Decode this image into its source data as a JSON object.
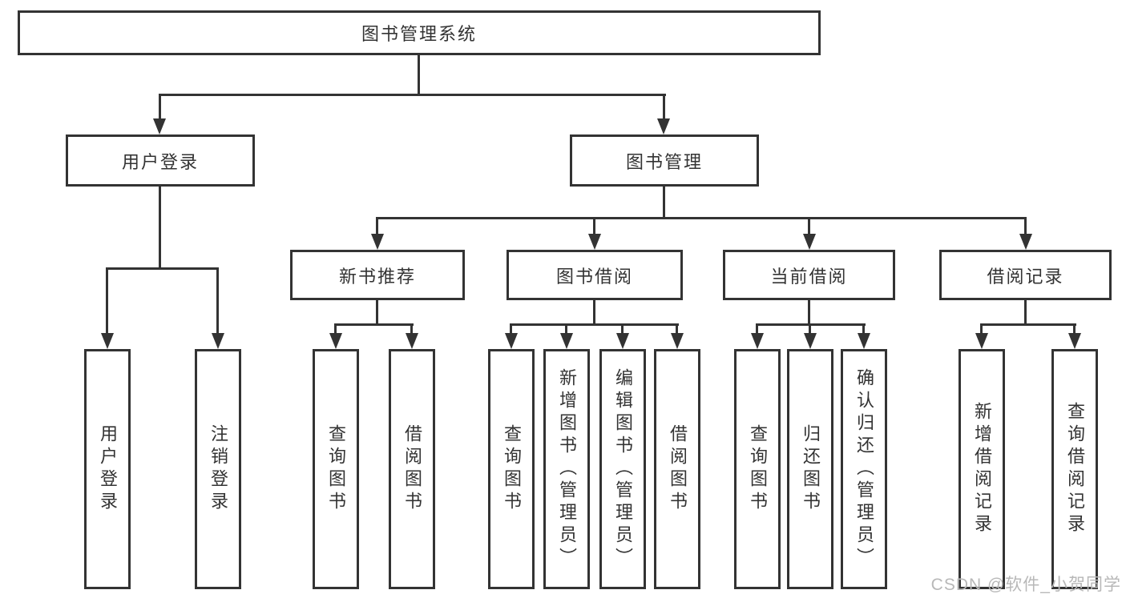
{
  "tree": {
    "label": "图书管理系统",
    "children": [
      {
        "label": "用户登录",
        "children": [
          {
            "label": "用户登录"
          },
          {
            "label": "注销登录"
          }
        ]
      },
      {
        "label": "图书管理",
        "children": [
          {
            "label": "新书推荐",
            "children": [
              {
                "label": "查询图书"
              },
              {
                "label": "借阅图书"
              }
            ]
          },
          {
            "label": "图书借阅",
            "children": [
              {
                "label": "查询图书"
              },
              {
                "label": "新增图书（管理员）"
              },
              {
                "label": "编辑图书（管理员）"
              },
              {
                "label": "借阅图书"
              }
            ]
          },
          {
            "label": "当前借阅",
            "children": [
              {
                "label": "查询图书"
              },
              {
                "label": "归还图书"
              },
              {
                "label": "确认归还（管理员）"
              }
            ]
          },
          {
            "label": "借阅记录",
            "children": [
              {
                "label": "新增借阅记录"
              },
              {
                "label": "查询借阅记录"
              }
            ]
          }
        ]
      }
    ]
  },
  "watermark": "CSDN @软件_小贺同学",
  "colors": {
    "line": "#333333",
    "text": "#333333",
    "watermark": "#b8b8b8",
    "background": "#ffffff"
  }
}
